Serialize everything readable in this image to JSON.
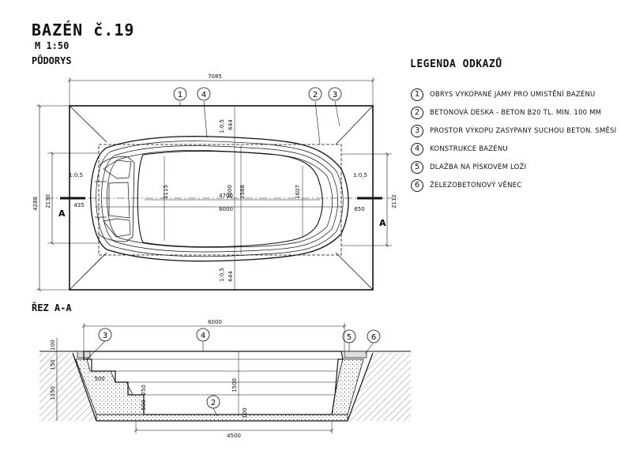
{
  "header": {
    "title": "BAZÉN  č.19",
    "scale": "M   1:50",
    "plan_heading": "PŮDORYS",
    "section_heading": "ŘEZ  A-A"
  },
  "legend": {
    "title": "LEGENDA ODKAZŮ",
    "items": [
      {
        "num": "1",
        "text": "OBRYS VYKOPANÉ JÁMY PRO UMISTĚNÍ BAZÉNU"
      },
      {
        "num": "2",
        "text": "BETONOVÁ DESKA - BETON B20 TL. MIN. 100 MM"
      },
      {
        "num": "3",
        "text": "PROSTOR VÝKOPU ZASYPANÝ SUCHOU BETON. SMĚSÍ"
      },
      {
        "num": "4",
        "text": "KONSTRUKCE BAZÉNU"
      },
      {
        "num": "5",
        "text": "DLAŽBA NA PÍSKOVÉM LOŽI"
      },
      {
        "num": "6",
        "text": "ŽELEZOBETONOVÝ VĚNEC"
      }
    ]
  },
  "plan": {
    "dims": {
      "overall_width": "7085",
      "overall_height": "4288",
      "left_height": "2130",
      "right_height": "2112",
      "inner_height_1": "2115",
      "inner_height_2": "3000",
      "inner_height_3": "2588",
      "inner_height_4": "1607",
      "inner_length": "4700",
      "pool_length": "6000",
      "left_offset": "435",
      "right_offset": "650",
      "top_gap": "644",
      "bottom_gap": "644",
      "slope_top": "1:0,5",
      "slope_bottom": "1:0,5",
      "slope_left": "1:0,5",
      "slope_right": "1:0,5",
      "section_mark": "A"
    },
    "callouts": [
      "1",
      "4",
      "2",
      "3"
    ]
  },
  "section": {
    "dims": {
      "width": "6000",
      "bottom_width": "4500",
      "d100_top": "100",
      "d150": "150",
      "d1350": "1350",
      "d500a": "500",
      "d250": "250",
      "d500b": "500",
      "d1500": "1500",
      "d100_bottom": "100"
    },
    "callouts": [
      "3",
      "4",
      "5",
      "6",
      "2"
    ]
  }
}
